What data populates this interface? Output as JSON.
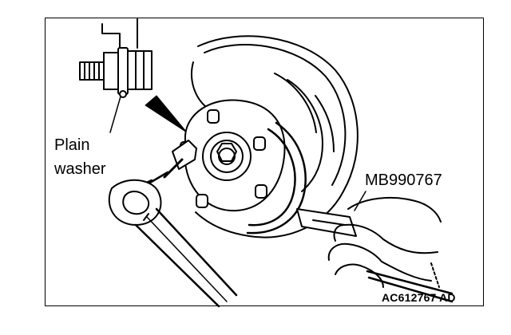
{
  "labels": {
    "plain_washer_line1": "Plain",
    "plain_washer_line2": "washer",
    "special_tool": "MB990767",
    "figure_code": "AC612767 AD"
  }
}
